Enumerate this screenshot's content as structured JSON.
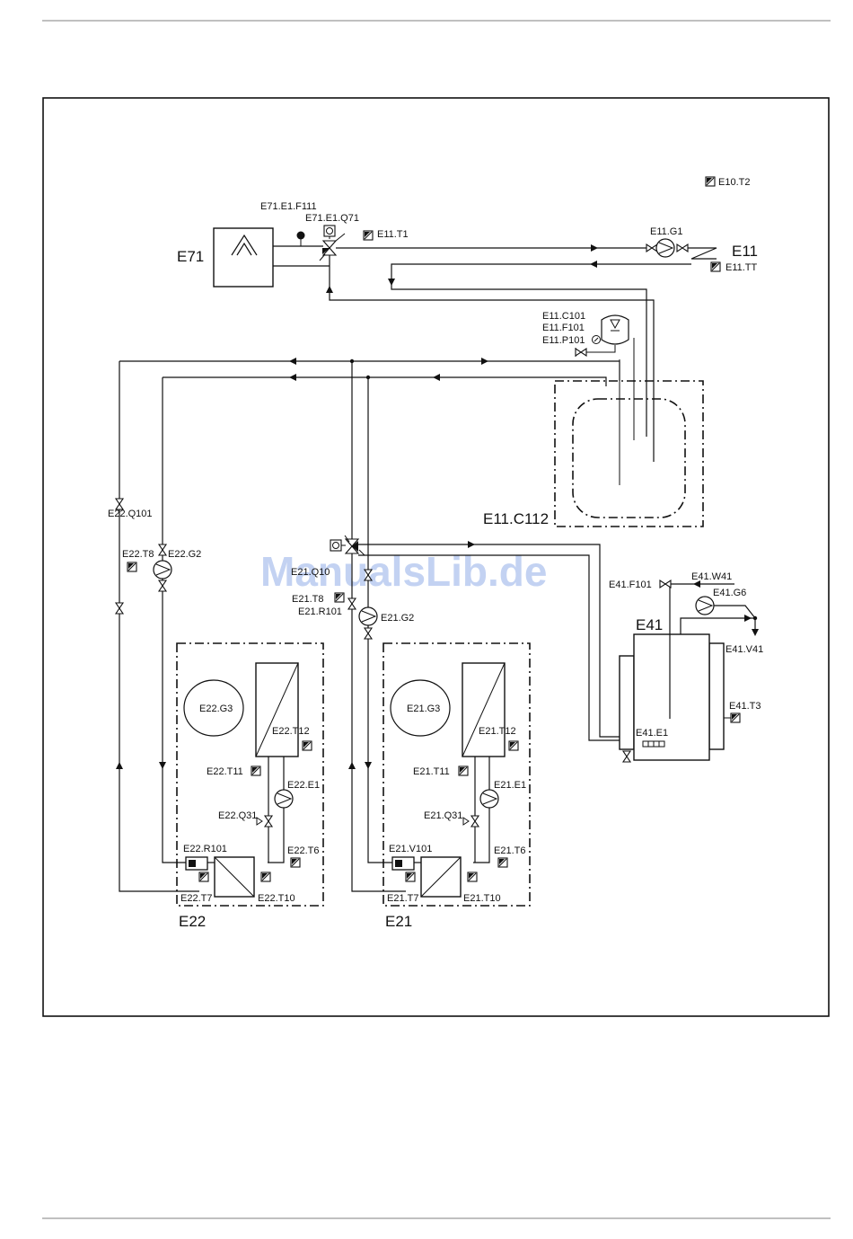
{
  "labels": {
    "e10_t2": "E10.T2",
    "e71_f111": "E71.E1.F111",
    "e71_q71": "E71.E1.Q71",
    "e11_t1": "E11.T1",
    "e71": "E71",
    "e11_g1": "E11.G1",
    "e11": "E11",
    "e11_tt": "E11.TT",
    "e11_c101": "E11.C101",
    "e11_f101": "E11.F101",
    "e11_p101": "E11.P101",
    "e11_c112": "E11.C112",
    "e22_q101": "E22.Q101",
    "e22_t8": "E22.T8",
    "e22_g2": "E22.G2",
    "e21_q10": "E21.Q10",
    "e21_t8": "E21.T8",
    "e21_r101": "E21.R101",
    "e21_g2": "E21.G2",
    "e41_f101": "E41.F101",
    "e41_w41": "E41.W41",
    "e41_g6": "E41.G6",
    "e41": "E41",
    "e41_v41": "E41.V41",
    "e41_t3": "E41.T3",
    "e41_e1": "E41.E1",
    "e22_g3": "E22.G3",
    "e22_t12": "E22.T12",
    "e22_t11": "E22.T11",
    "e22_e1": "E22.E1",
    "e22_q31": "E22.Q31",
    "e22_r101": "E22.R101",
    "e22_t6": "E22.T6",
    "e22_t7": "E22.T7",
    "e22_t10": "E22.T10",
    "e22": "E22",
    "e21_g3": "E21.G3",
    "e21_t12": "E21.T12",
    "e21_t11": "E21.T11",
    "e21_e1": "E21.E1",
    "e21_q31": "E21.Q31",
    "e21_v101": "E21.V101",
    "e21_t6": "E21.T6",
    "e21_t7": "E21.T7",
    "e21_t10": "E21.T10",
    "e21": "E21"
  },
  "watermark": "ManualsLib.de",
  "colors": {
    "line": "#111111",
    "watermark": "#b9cbf0",
    "rule": "#9a9a9a"
  }
}
